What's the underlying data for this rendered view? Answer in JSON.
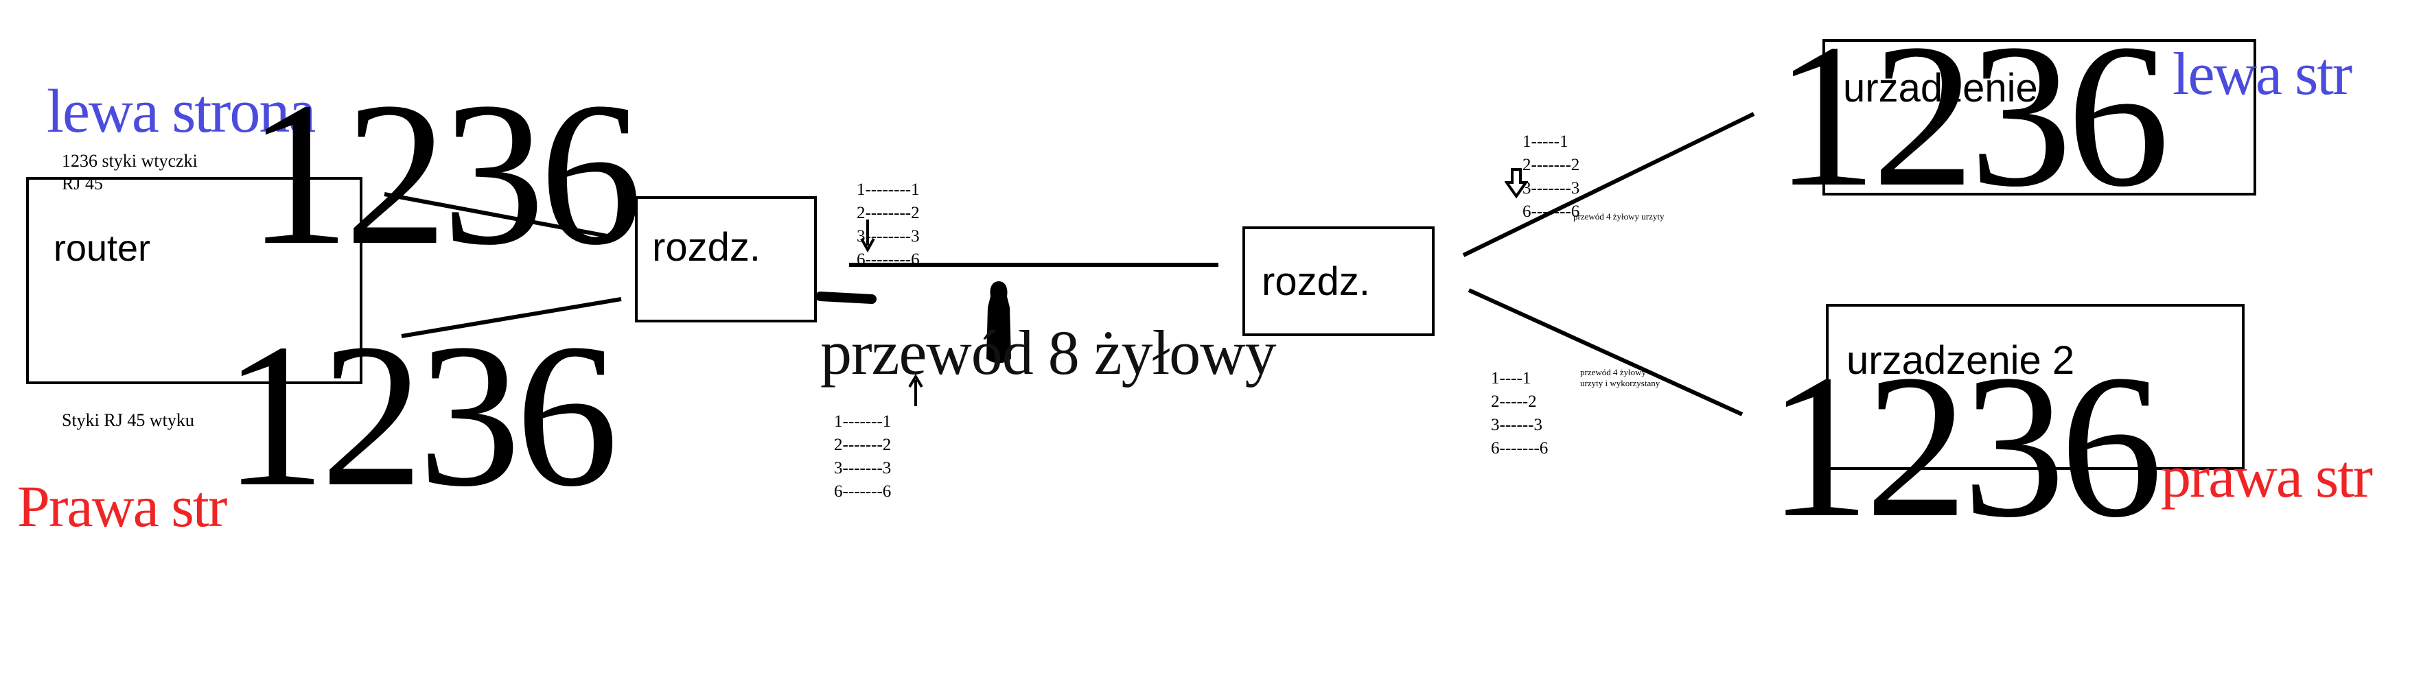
{
  "colors": {
    "blue_label": "#4b4bde",
    "red_label": "#ef2525",
    "line": "#000000"
  },
  "left": {
    "top_label": "lewa strona",
    "bottom_label": "Prawa str",
    "top_digits": "1236",
    "bottom_digits": "1236",
    "plug_note_line1": "1236 styki wtyczki",
    "plug_note_line2": "RJ 45",
    "socket_note": "Styki  RJ 45 wtyku",
    "router_label": "router"
  },
  "splitter_left": {
    "label": "rozdz."
  },
  "middle": {
    "cable_label": "przewód 8 żyłowy",
    "map_top": [
      "1--------1",
      "2--------2",
      "3--------3",
      "6--------6"
    ],
    "map_bottom": [
      "1-------1",
      "2-------2",
      "3-------3",
      "6-------6"
    ],
    "icons": [
      "arrow-down-icon",
      "arrow-up-icon",
      "connector-plug-icon"
    ]
  },
  "splitter_right": {
    "label": "rozdz."
  },
  "right": {
    "map_top": [
      "1-----1",
      "2-------2",
      "3-------3",
      "6-------6"
    ],
    "map_bottom": [
      "1----1",
      "2-----2",
      "3------3",
      "6-------6"
    ],
    "note_top": "przewód 4 żyłowy  urzyty",
    "note_bottom_line1": "przewód 4 żyłowy",
    "note_bottom_line2": "urzyty i wykorzystany",
    "device1_label": "urzadzenie",
    "device2_label": "urzadzenie 2",
    "device1_digits": "1236",
    "device2_digits": "1236",
    "top_label": "lewa str",
    "bottom_label": "prawa str"
  }
}
